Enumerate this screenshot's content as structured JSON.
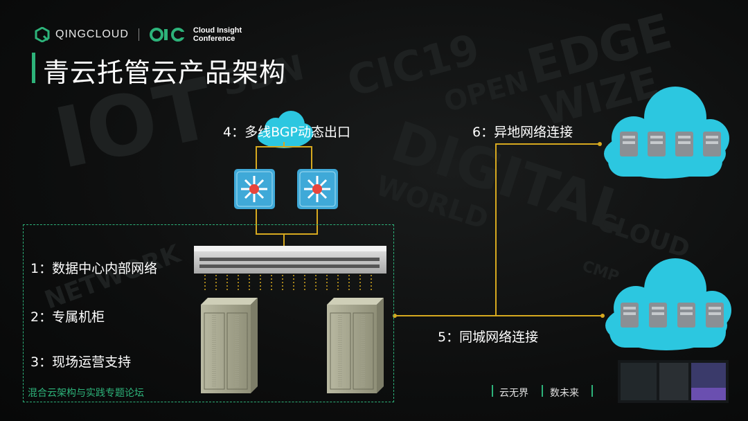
{
  "header": {
    "brand": "QINGCLOUD",
    "conference_line1": "Cloud Insight",
    "conference_line2": "Conference"
  },
  "title": "青云托管云产品架构",
  "labels": {
    "bgp": "4：多线BGP动态出口",
    "remote": "6：异地网络连接",
    "datacenter": "1：数据中心内部网络",
    "cabinet": "2：专属机柜",
    "onsite": "3：现场运营支持",
    "samecity": "5：同城网络连接"
  },
  "caption": "混合云架构与实践专题论坛",
  "footer": {
    "item1": "云无界",
    "item2": "数未来"
  },
  "background_words": [
    "IOT",
    "SDN",
    "CIC19",
    "EDGE",
    "OPEN",
    "WIZE",
    "DIGITAL",
    "WORLD",
    "NETWORK",
    "CLOUD",
    "CMP"
  ],
  "colors": {
    "accent_green": "#2db37a",
    "connector_gold": "#d7a91f",
    "cloud_cyan": "#2cc7e0",
    "router_blue": "#3fa9d8"
  }
}
